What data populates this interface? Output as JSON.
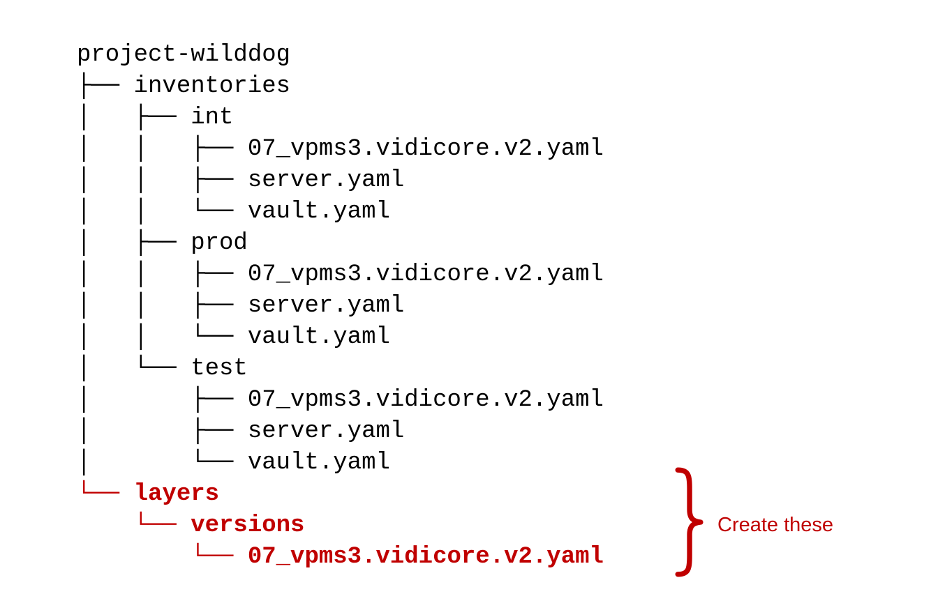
{
  "page": {
    "background": "#ffffff"
  },
  "colors": {
    "text": "#000000",
    "highlight": "#c00000"
  },
  "tree": {
    "root": "project-wilddog",
    "lines": [
      {
        "text": "project-wilddog",
        "highlight": false
      },
      {
        "text": "├── inventories",
        "highlight": false
      },
      {
        "text": "│   ├── int",
        "highlight": false
      },
      {
        "text": "│   │   ├── 07_vpms3.vidicore.v2.yaml",
        "highlight": false
      },
      {
        "text": "│   │   ├── server.yaml",
        "highlight": false
      },
      {
        "text": "│   │   └── vault.yaml",
        "highlight": false
      },
      {
        "text": "│   ├── prod",
        "highlight": false
      },
      {
        "text": "│   │   ├── 07_vpms3.vidicore.v2.yaml",
        "highlight": false
      },
      {
        "text": "│   │   ├── server.yaml",
        "highlight": false
      },
      {
        "text": "│   │   └── vault.yaml",
        "highlight": false
      },
      {
        "text": "│   └── test",
        "highlight": false
      },
      {
        "text": "│       ├── 07_vpms3.vidicore.v2.yaml",
        "highlight": false
      },
      {
        "text": "│       ├── server.yaml",
        "highlight": false
      },
      {
        "text": "│       └── vault.yaml",
        "highlight": false
      },
      {
        "text": "└── layers",
        "highlight": true
      },
      {
        "text": "    └── versions",
        "highlight": true
      },
      {
        "text": "        └── 07_vpms3.vidicore.v2.yaml",
        "highlight": true
      }
    ]
  },
  "annotation": {
    "label": "Create these",
    "icon": "curly-brace-right-icon"
  }
}
